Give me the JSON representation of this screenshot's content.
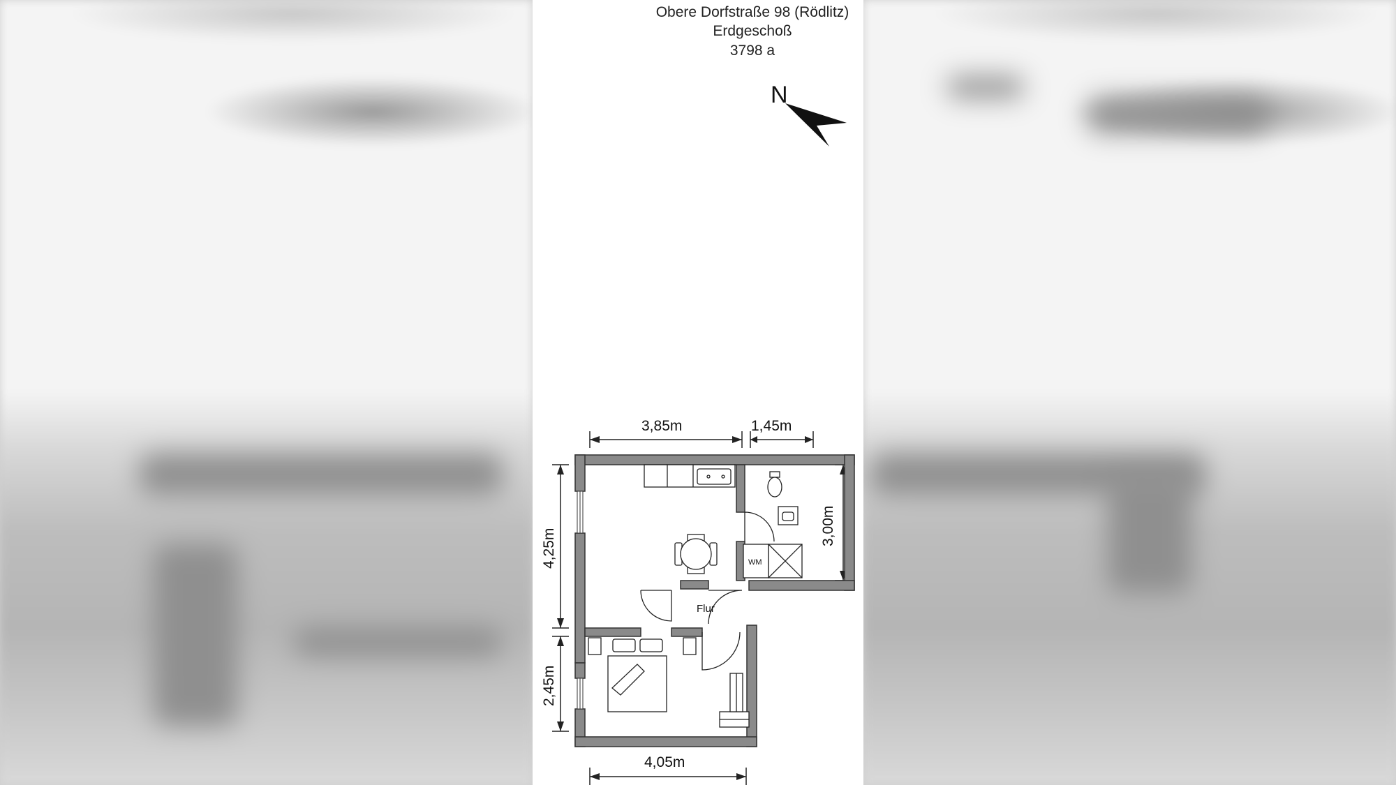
{
  "header": {
    "address": "Obere Dorfstraße 98 (Rödlitz)",
    "floor": "Erdgeschoß",
    "code": "3798 a"
  },
  "compass": {
    "label": "N",
    "icon": "north-arrow-icon"
  },
  "plan": {
    "dimensions": {
      "top_left": "3,85m",
      "top_right": "1,45m",
      "left_upper": "4,25m",
      "left_lower": "2,45m",
      "right": "3,00m",
      "bottom": "4,05m"
    },
    "rooms": {
      "hall": "Flur",
      "washer": "WM"
    }
  },
  "colors": {
    "wall": "#8a8a8a",
    "wall_stroke": "#333333",
    "line": "#222222"
  }
}
